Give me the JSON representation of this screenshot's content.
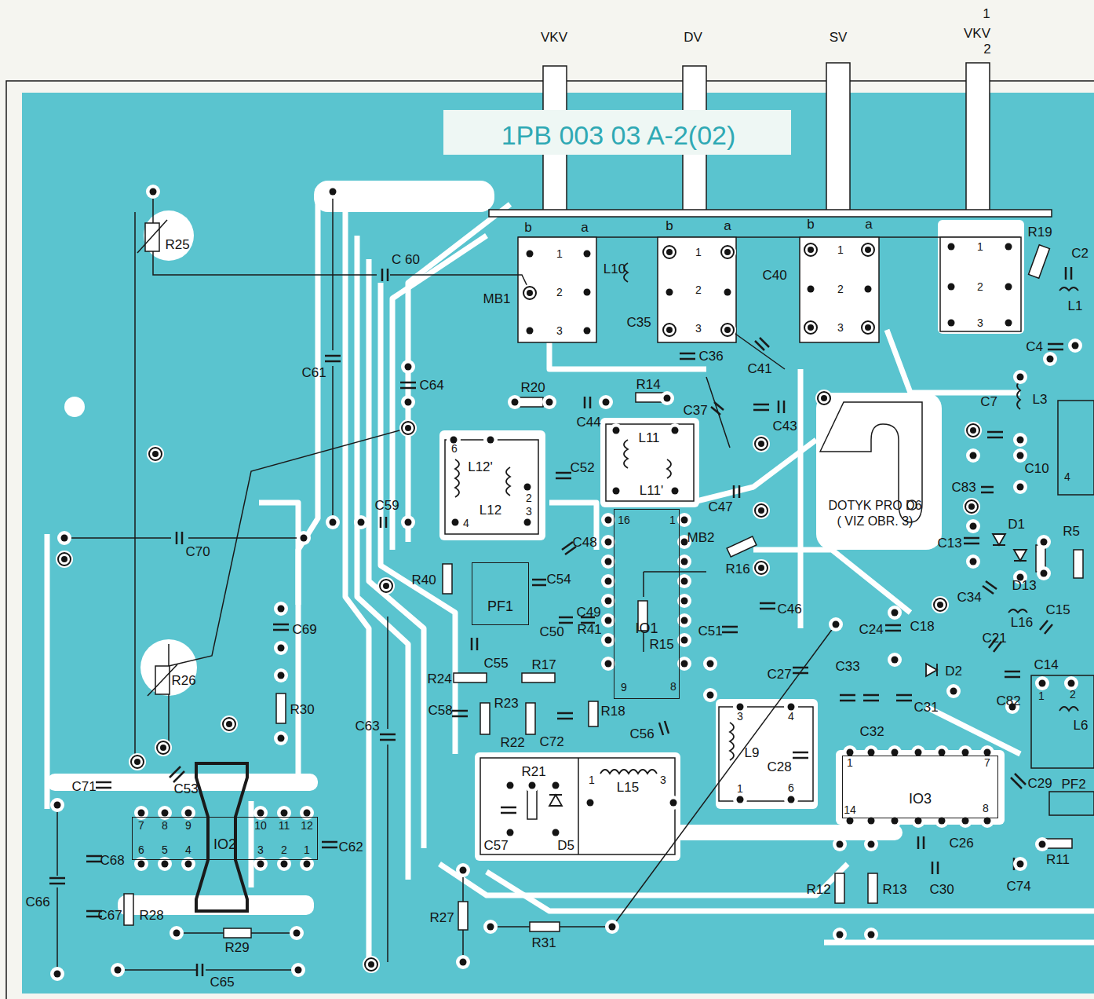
{
  "diagram": {
    "nodes": [
      {
        "text": [
          "1PB 003 03 A-2(02)"
        ]
      },
      {
        "text": [
          "IO1"
        ]
      },
      {
        "text": [
          "IO2"
        ]
      },
      {
        "text": [
          "IO3"
        ]
      },
      {
        "text": [
          "PF1"
        ]
      },
      {
        "text": [
          "DOTYK PRO D6 ( VIZ OBR. 3)"
        ]
      }
    ],
    "labels": [
      "1",
      "VKV",
      "DV",
      "SV",
      "VKV",
      "2",
      "b",
      "a",
      "b",
      "a",
      "b",
      "a",
      "1",
      "2",
      "3",
      "1",
      "2",
      "3",
      "1",
      "2",
      "3",
      "1",
      "2",
      "3",
      "MB1",
      "R25",
      "C 60",
      "C61",
      "C64",
      "R20",
      "R14",
      "C44",
      "L10",
      "C35",
      "C36",
      "C40",
      "C41",
      "C37",
      "C43",
      "L12'",
      "6",
      "L12",
      "2",
      "3",
      "4",
      "C52",
      "L11",
      "L11'",
      "C47",
      "C59",
      "C70",
      "C48",
      "16",
      "1",
      "MB2",
      "R16",
      "R40",
      "C54",
      "C49",
      "C50",
      "R41",
      "R15",
      "C51",
      "C46",
      "C69",
      "R26",
      "R30",
      "C55",
      "R24",
      "R17",
      "9",
      "8",
      "C24",
      "C18",
      "C27",
      "C33",
      "C32",
      "C31",
      "D2",
      "C63",
      "C58",
      "R23",
      "R22",
      "C72",
      "R18",
      "C56",
      "L9",
      "3",
      "4",
      "1",
      "6",
      "C28",
      "C71",
      "C53",
      "7",
      "8",
      "9",
      "10",
      "11",
      "12",
      "6",
      "5",
      "4",
      "3",
      "2",
      "1",
      "C62",
      "C68",
      "C66",
      "C67",
      "R28",
      "R29",
      "C65",
      "R21",
      "L15",
      "1",
      "3",
      "C57",
      "D5",
      "R27",
      "R31",
      "1",
      "7",
      "14",
      "8",
      "C26",
      "C30",
      "R12",
      "R13",
      "C74",
      "R11",
      "C29",
      "PF2",
      "C14",
      "L6",
      "1",
      "2",
      "C82",
      "C21",
      "L16",
      "C15",
      "C34",
      "D13",
      "C13",
      "D1",
      "R5",
      "C83",
      "C10",
      "4",
      "C7",
      "L3",
      "C4",
      "L1",
      "R19",
      "C2"
    ]
  }
}
